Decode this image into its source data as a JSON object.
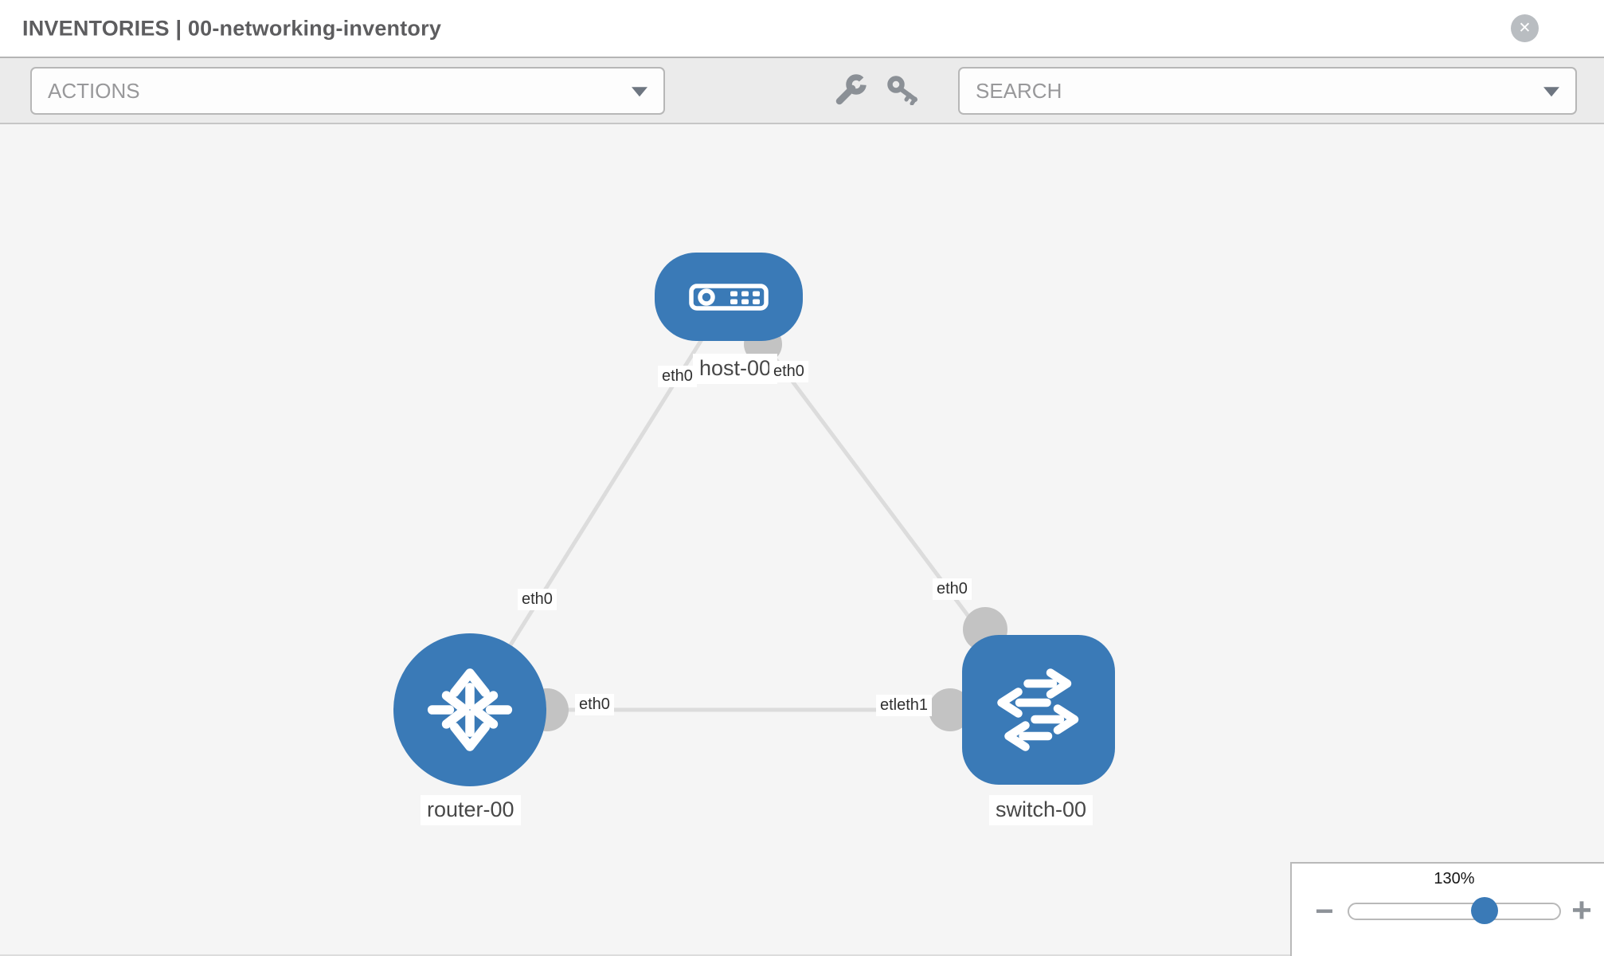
{
  "header": {
    "title": "INVENTORIES | 00-networking-inventory",
    "close_icon_glyph": "✕"
  },
  "toolbar": {
    "actions_value": "ACTIONS",
    "search_value": "SEARCH",
    "icons": [
      "wrench-icon",
      "key-icon"
    ]
  },
  "topology": {
    "nodes": [
      {
        "label": "host-00",
        "type": "host",
        "icon": "server-icon"
      },
      {
        "label": "router-00",
        "type": "router",
        "icon": "router-arrows-icon"
      },
      {
        "label": "switch-00",
        "type": "switch",
        "icon": "switch-arrows-icon"
      }
    ],
    "links": [
      {
        "from": "host-00",
        "to": "router-00",
        "from_label": "eth0",
        "to_label": "eth0"
      },
      {
        "from": "host-00",
        "to": "switch-00",
        "from_label": "eth0",
        "to_label": "eth0"
      },
      {
        "from": "router-00",
        "to": "switch-00",
        "from_label": "eth0",
        "to_label": "etleth1"
      }
    ]
  },
  "zoom_control": {
    "level": "130%",
    "minus_glyph": "−",
    "plus_glyph": "+"
  },
  "colors": {
    "node_blue": "#3a7ab7",
    "link_gray": "#dcdcdc",
    "dot_gray": "#c3c3c3",
    "canvas_bg": "#f5f5f5",
    "toolbar_bg": "#ebebeb",
    "icon_gray": "#8b9096"
  }
}
